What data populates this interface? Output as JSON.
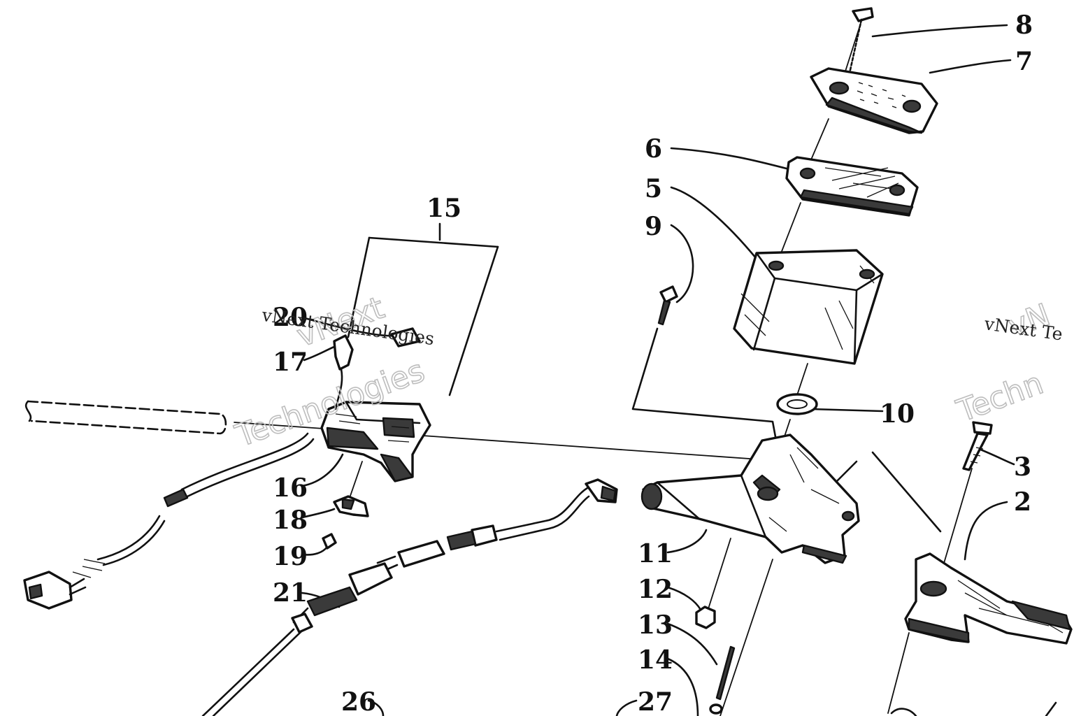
{
  "watermark": {
    "brand_line1": "vNext",
    "brand_line2": "Technologies",
    "small_text": "vNext Technologies",
    "small_text_2": "vNext Te",
    "brand_line1_2": "vN",
    "brand_line2_2": "Techn"
  },
  "callouts": [
    "8",
    "7",
    "6",
    "5",
    "9",
    "15",
    "20",
    "17",
    "10",
    "3",
    "2",
    "16",
    "18",
    "19",
    "11",
    "12",
    "21",
    "13",
    "14",
    "26",
    "27"
  ],
  "colors": {
    "ink": "#111111",
    "watermark": "#bdbdbd",
    "background": "#ffffff"
  }
}
